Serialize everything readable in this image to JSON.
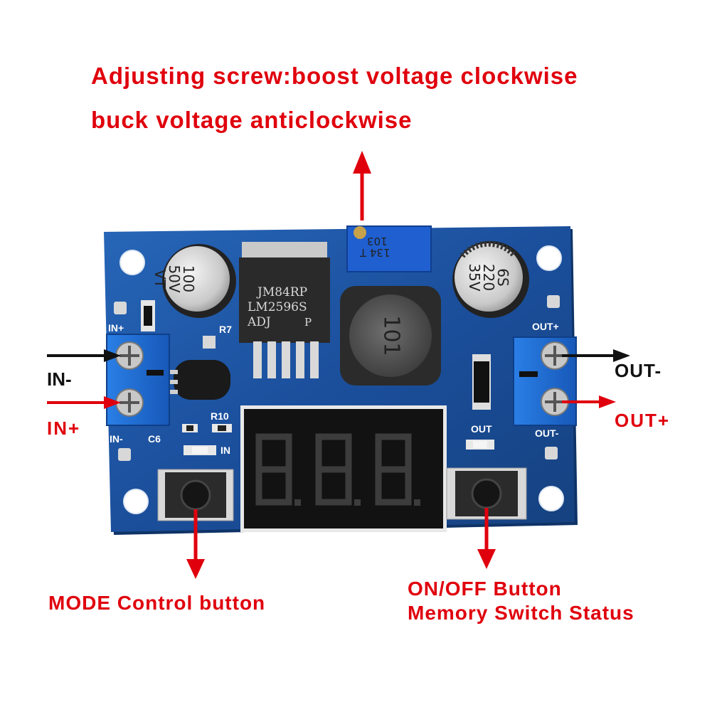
{
  "annotations": {
    "adjust_line1": "Adjusting screw:boost voltage clockwise",
    "adjust_line2": "buck voltage anticlockwise",
    "in_minus": "IN-",
    "in_plus": "IN+",
    "out_minus": "OUT-",
    "out_plus": "OUT+",
    "mode_button": "MODE Control button",
    "onoff_line1": "ON/OFF Button",
    "onoff_line2": "Memory Switch Status"
  },
  "silkscreen": {
    "in_plus_top": "IN+",
    "in_minus_bottom": "IN-",
    "out_plus_top": "OUT+",
    "out_minus_bottom": "OUT-",
    "r7": "R7",
    "r10": "R10",
    "c6": "C6",
    "in_led": "IN",
    "out_led": "OUT"
  },
  "components": {
    "cap_left": [
      "100",
      "50V",
      "VT"
    ],
    "cap_right": [
      "6S",
      "220",
      "35V"
    ],
    "chip": [
      "JM84RP",
      "LM2596S",
      "ADJ"
    ],
    "chip_mark": "P",
    "pot_line1": "103",
    "pot_line2": "134 T",
    "inductor": "101"
  },
  "colors": {
    "annotation_red": "#e0000d",
    "pcb_blue": "#1a56a8",
    "terminal_blue": "#1f6fd6"
  }
}
